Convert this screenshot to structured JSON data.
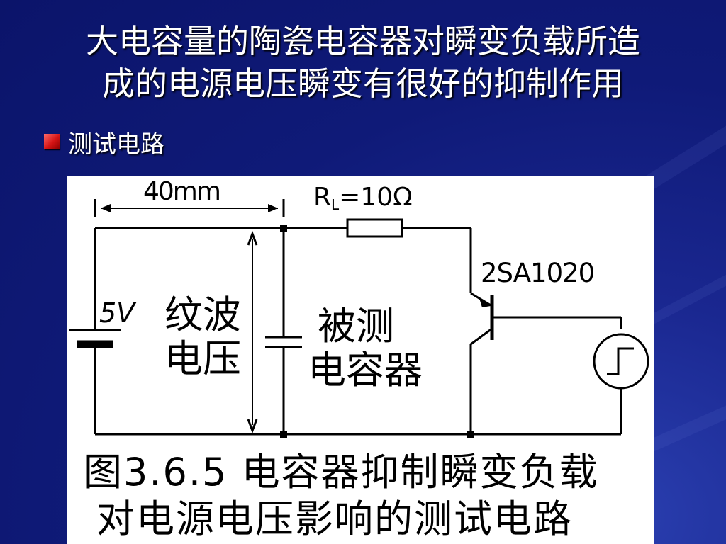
{
  "slide": {
    "title_line1": "大电容量的陶瓷电容器对瞬变负载所造",
    "title_line2": "成的电源电压瞬变有很好的抑制作用",
    "bullet": "测试电路",
    "bullet_color": "#d41414"
  },
  "circuit": {
    "dimension_label": "40mm",
    "resistor_label": "R",
    "resistor_subscript": "L",
    "resistor_value": "=10Ω",
    "transistor_label": "2SA1020",
    "battery_label": "5V",
    "ripple_label_line1": "纹波",
    "ripple_label_line2": "电压",
    "dut_label_line1": "被测",
    "dut_label_line2": "电容器"
  },
  "caption": {
    "line1": "图3.6.5  电容器抑制瞬变负载",
    "line2": "对电源电压影响的测试电路"
  }
}
